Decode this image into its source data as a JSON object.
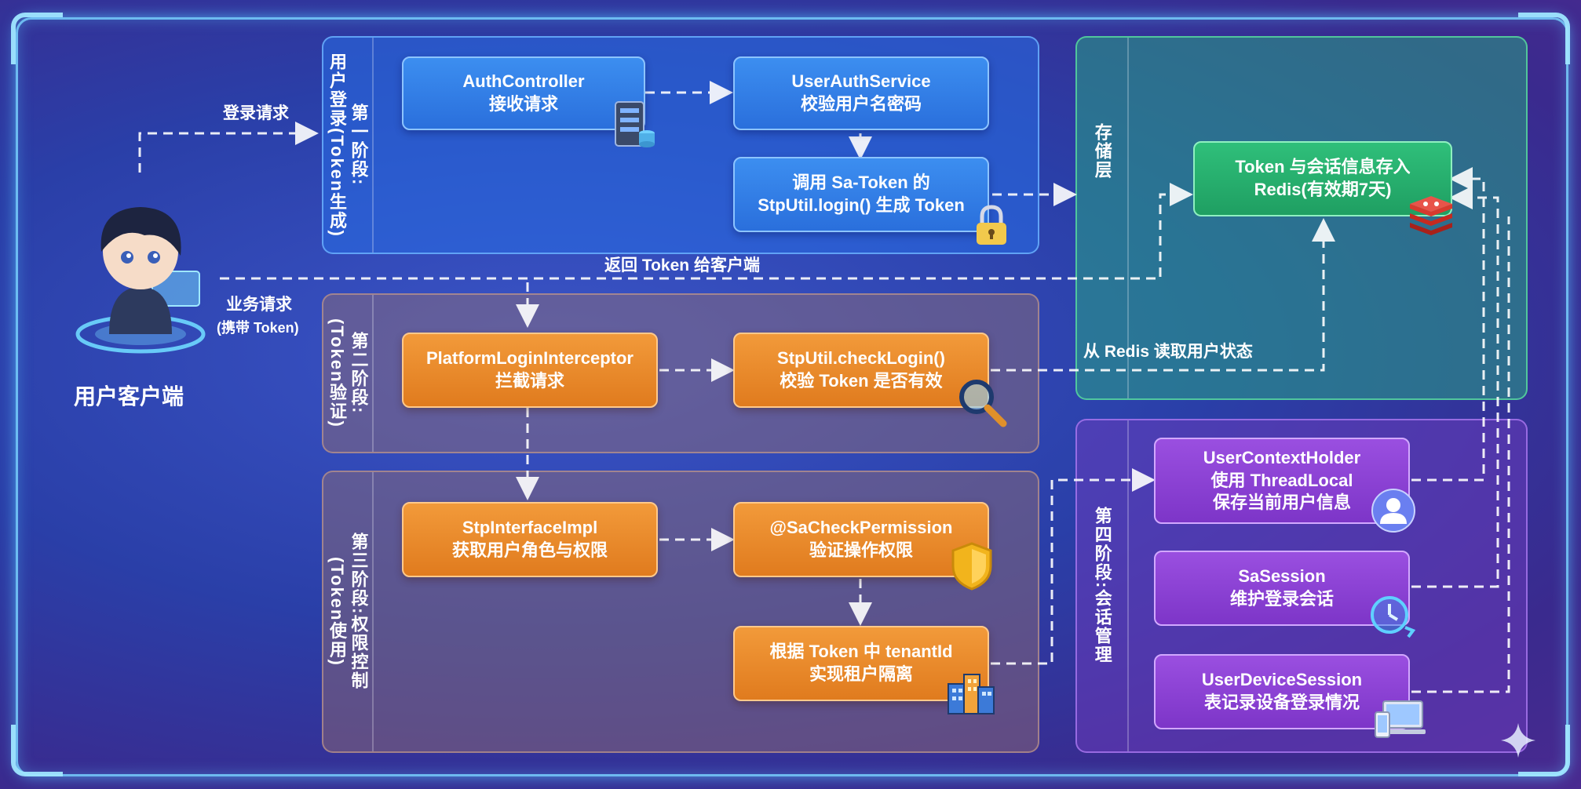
{
  "client": {
    "label": "用户客户端"
  },
  "flows": {
    "login_request": "登录请求",
    "return_token": "返回 Token 给客户端",
    "business_request": "业务请求",
    "business_request_note": "(携带 Token)",
    "read_redis": "从 Redis 读取用户状态"
  },
  "stage1": {
    "label": "第一阶段:",
    "sublabel": "用户登录(Token生成)",
    "nodes": [
      {
        "line1": "AuthController",
        "line2": "接收请求"
      },
      {
        "line1": "UserAuthService",
        "line2": "校验用户名密码"
      },
      {
        "line1": "调用 Sa-Token 的",
        "line2": "StpUtil.login() 生成 Token"
      }
    ]
  },
  "stage2": {
    "label": "第二阶段:",
    "sublabel": "(Token验证)",
    "nodes": [
      {
        "line1": "PlatformLoginInterceptor",
        "line2": "拦截请求"
      },
      {
        "line1": "StpUtil.checkLogin()",
        "line2": "校验 Token 是否有效"
      }
    ]
  },
  "stage3": {
    "label": "第三阶段:权限控制",
    "sublabel": "(Token使用)",
    "nodes": [
      {
        "line1": "StpInterfaceImpl",
        "line2": "获取用户角色与权限"
      },
      {
        "line1": "@SaCheckPermission",
        "line2": "验证操作权限"
      },
      {
        "line1": "根据 Token 中 tenantId",
        "line2": "实现租户隔离"
      }
    ]
  },
  "storage": {
    "label": "存储层",
    "node": {
      "line1": "Token 与会话信息存入",
      "line2": "Redis(有效期7天)"
    }
  },
  "stage4": {
    "label": "第四阶段:会话管理",
    "nodes": [
      {
        "line1": "UserContextHolder",
        "line2": "使用 ThreadLocal",
        "line3": "保存当前用户信息"
      },
      {
        "line1": "SaSession",
        "line2": "维护登录会话"
      },
      {
        "line1": "UserDeviceSession",
        "line2": "表记录设备登录情况"
      }
    ]
  },
  "colors": {
    "blue": "#2a6fdc",
    "orange": "#e07b1e",
    "green": "#1f9f62",
    "purple": "#7d35c8"
  }
}
